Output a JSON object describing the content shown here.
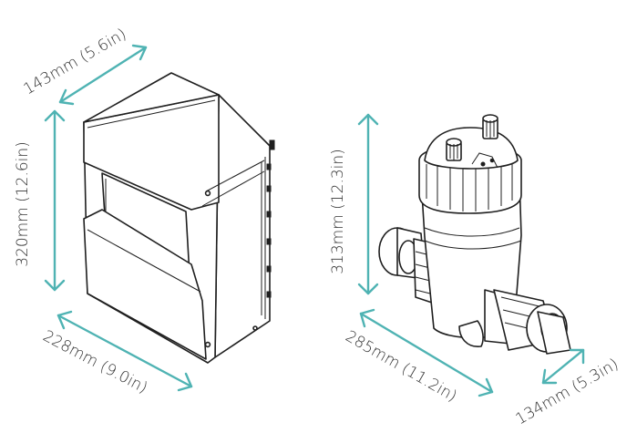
{
  "dimensions": {
    "controller": {
      "depth_label": "143mm (5.6in)",
      "height_label": "320mm (12.6in)",
      "width_label": "228mm (9.0in)"
    },
    "cell": {
      "height_label": "313mm (12.3in)",
      "length_label": "285mm (11.2in)",
      "width_label": "134mm (5.3in)"
    }
  },
  "colors": {
    "arrow": "#4fb3b3",
    "outline": "#1f1f1f",
    "text": "#333333"
  }
}
